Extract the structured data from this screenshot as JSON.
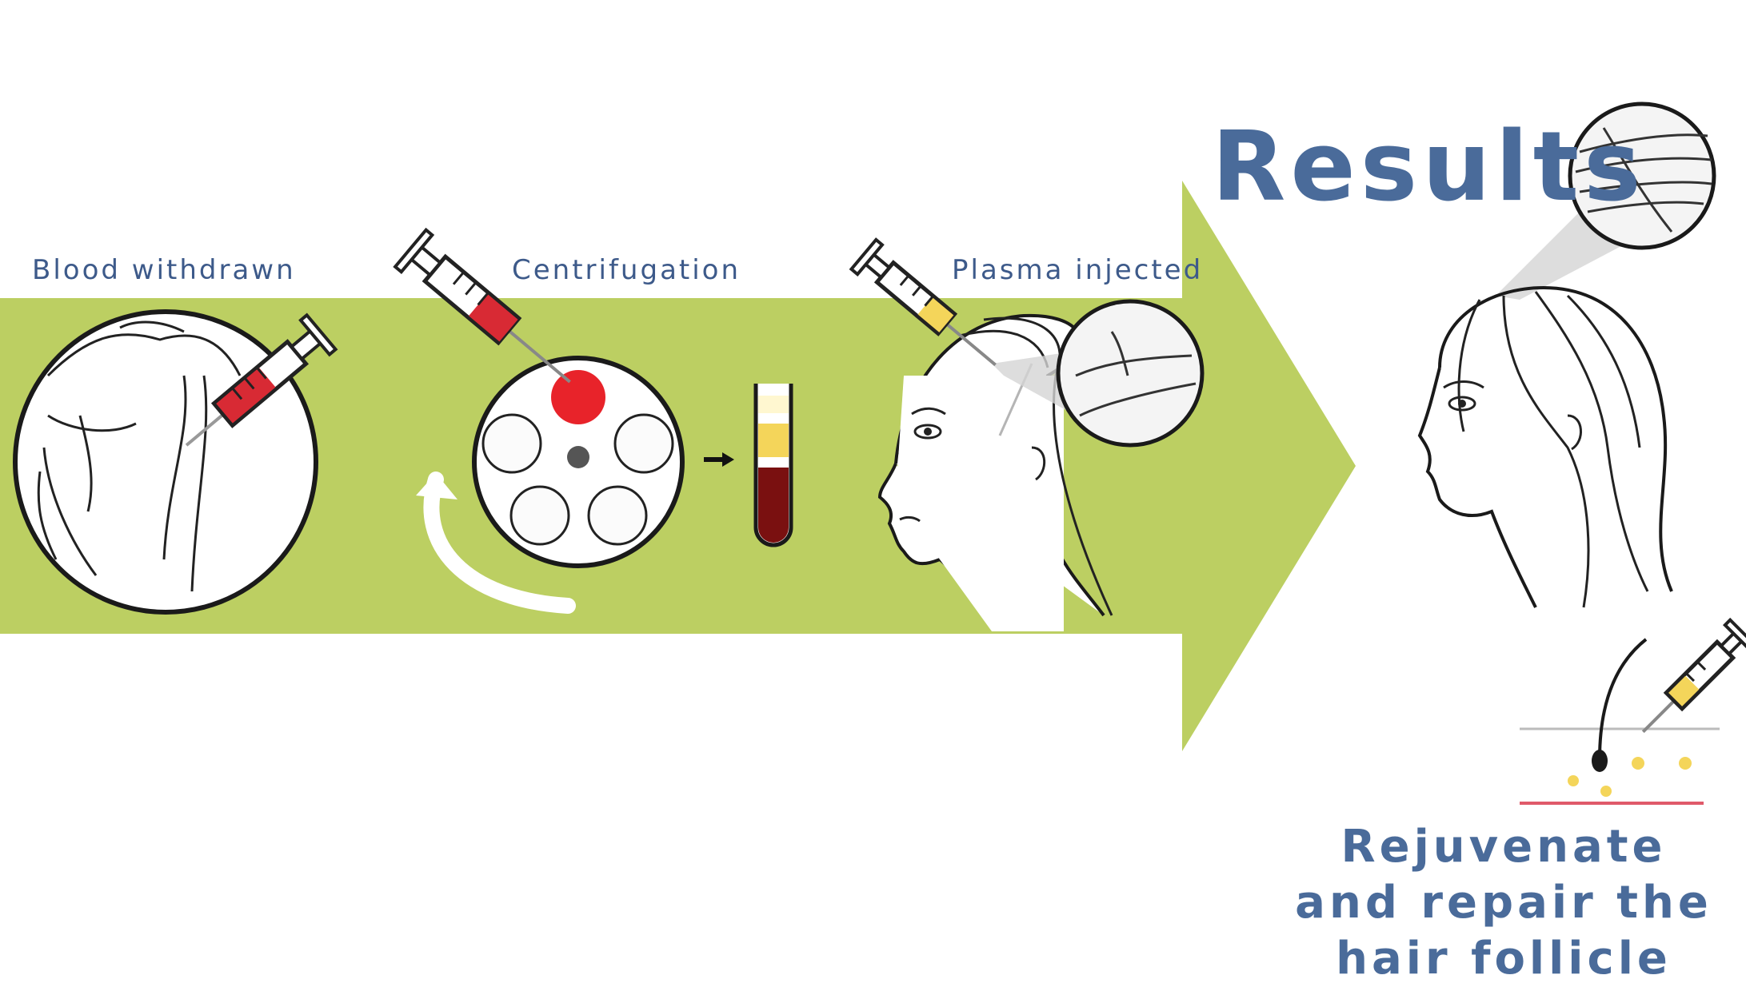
{
  "steps": [
    {
      "label": "Blood withdrawn"
    },
    {
      "label": "Centrifugation"
    },
    {
      "label": "Plasma injected"
    }
  ],
  "results": {
    "title": "Results",
    "caption": "Rejuvenate and repair the hair follicle"
  },
  "colors": {
    "arrow": "#bccf62",
    "text": "#3d5a8a",
    "blood": "#d82a34",
    "plasma": "#f4d55a",
    "dark_blood": "#7a1010"
  }
}
